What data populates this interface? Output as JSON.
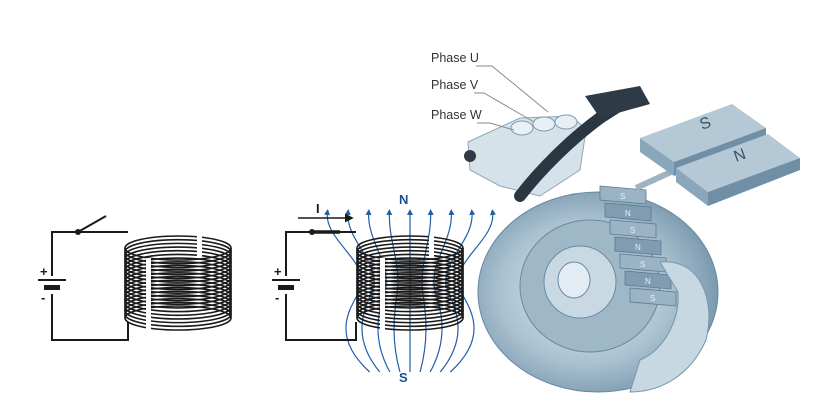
{
  "circuit_off": {
    "plus": "+",
    "minus": "-"
  },
  "circuit_on": {
    "plus": "+",
    "minus": "-",
    "current_label": "I",
    "north_label": "N",
    "south_label": "S"
  },
  "motor": {
    "phase_labels": [
      "Phase U",
      "Phase V",
      "Phase W"
    ],
    "magnet_s": "S",
    "magnet_n": "N",
    "segment_marks": [
      "S",
      "N",
      "S",
      "N",
      "S",
      "N",
      "S"
    ]
  },
  "colors": {
    "field_line": "#1f5fa8",
    "pole_label": "#1a4f95",
    "wire": "#1a1a1a",
    "motor_body": "#b9cfdc",
    "magnet": "#8aa9bf"
  }
}
